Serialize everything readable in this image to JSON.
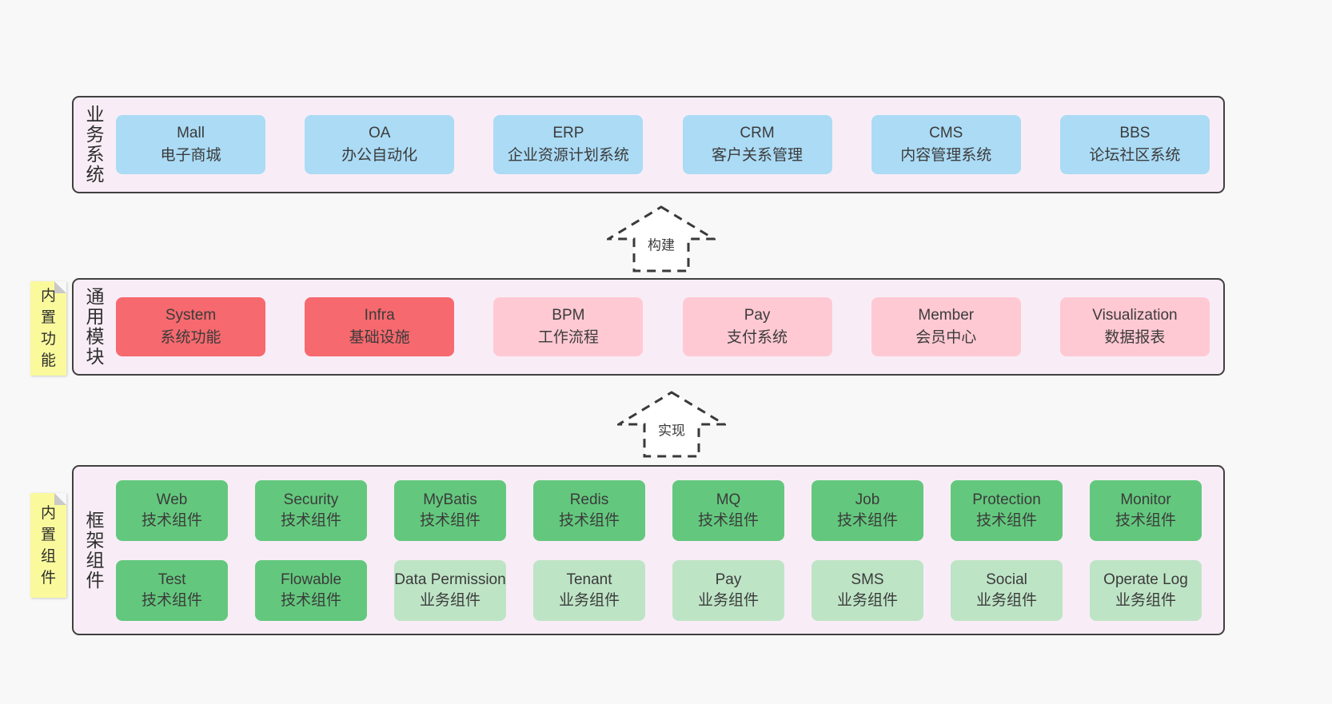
{
  "colors": {
    "page-bg": "#f8f8f8",
    "band-bg": "#f8edf6",
    "band-border": "#404040",
    "blue": "#abdbf5",
    "red": "#f6696e",
    "pink": "#ffc9d3",
    "green": "#63c87d",
    "green-light": "#bee4c6",
    "sticky": "#fafa9d",
    "sticky-fold": "#c9c9c9",
    "text": "#3b3b3b"
  },
  "bands": [
    {
      "label": "业务系统",
      "rows": [
        [
          {
            "title": "Mall",
            "subtitle": "电子商城"
          },
          {
            "title": "OA",
            "subtitle": "办公自动化"
          },
          {
            "title": "ERP",
            "subtitle": "企业资源计划系统"
          },
          {
            "title": "CRM",
            "subtitle": "客户关系管理"
          },
          {
            "title": "CMS",
            "subtitle": "内容管理系统"
          },
          {
            "title": "BBS",
            "subtitle": "论坛社区系统"
          }
        ]
      ]
    },
    {
      "label": "通用模块",
      "sticky": "内置功能",
      "rows": [
        [
          {
            "title": "System",
            "subtitle": "系统功能"
          },
          {
            "title": "Infra",
            "subtitle": "基础设施"
          },
          {
            "title": "BPM",
            "subtitle": "工作流程"
          },
          {
            "title": "Pay",
            "subtitle": "支付系统"
          },
          {
            "title": "Member",
            "subtitle": "会员中心"
          },
          {
            "title": "Visualization",
            "subtitle": "数据报表"
          }
        ]
      ]
    },
    {
      "label": "框架组件",
      "sticky": "内置组件",
      "rows": [
        [
          {
            "title": "Web",
            "subtitle": "技术组件"
          },
          {
            "title": "Security",
            "subtitle": "技术组件"
          },
          {
            "title": "MyBatis",
            "subtitle": "技术组件"
          },
          {
            "title": "Redis",
            "subtitle": "技术组件"
          },
          {
            "title": "MQ",
            "subtitle": "技术组件"
          },
          {
            "title": "Job",
            "subtitle": "技术组件"
          },
          {
            "title": "Protection",
            "subtitle": "技术组件"
          },
          {
            "title": "Monitor",
            "subtitle": "技术组件"
          }
        ],
        [
          {
            "title": "Test",
            "subtitle": "技术组件"
          },
          {
            "title": "Flowable",
            "subtitle": "技术组件"
          },
          {
            "title": "Data Permission",
            "subtitle": "业务组件"
          },
          {
            "title": "Tenant",
            "subtitle": "业务组件"
          },
          {
            "title": "Pay",
            "subtitle": "业务组件"
          },
          {
            "title": "SMS",
            "subtitle": "业务组件"
          },
          {
            "title": "Social",
            "subtitle": "业务组件"
          },
          {
            "title": "Operate Log",
            "subtitle": "业务组件"
          }
        ]
      ]
    }
  ],
  "arrows": [
    {
      "label": "构建"
    },
    {
      "label": "实现"
    }
  ]
}
